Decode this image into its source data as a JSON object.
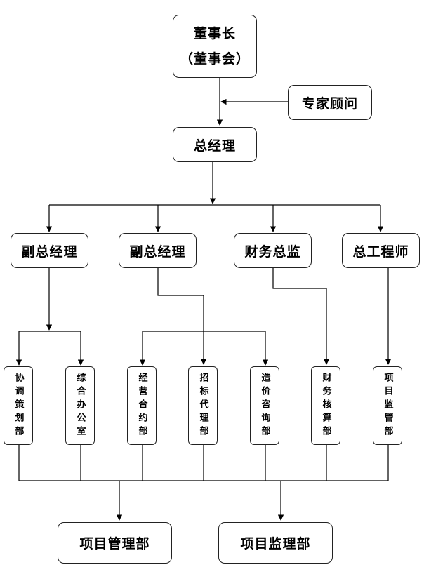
{
  "chairman": {
    "line1": "董事长",
    "line2": "（董事会）"
  },
  "advisor": "专家顾问",
  "gm": "总经理",
  "level2": [
    "副总经理",
    "副总经理",
    "财务总监",
    "总工程师"
  ],
  "depts": [
    "协调策划部",
    "综合办公室",
    "经营合约部",
    "招标代理部",
    "造价咨询部",
    "财务核算部",
    "项目监管部"
  ],
  "bottom": [
    "项目管理部",
    "项目监理部"
  ]
}
